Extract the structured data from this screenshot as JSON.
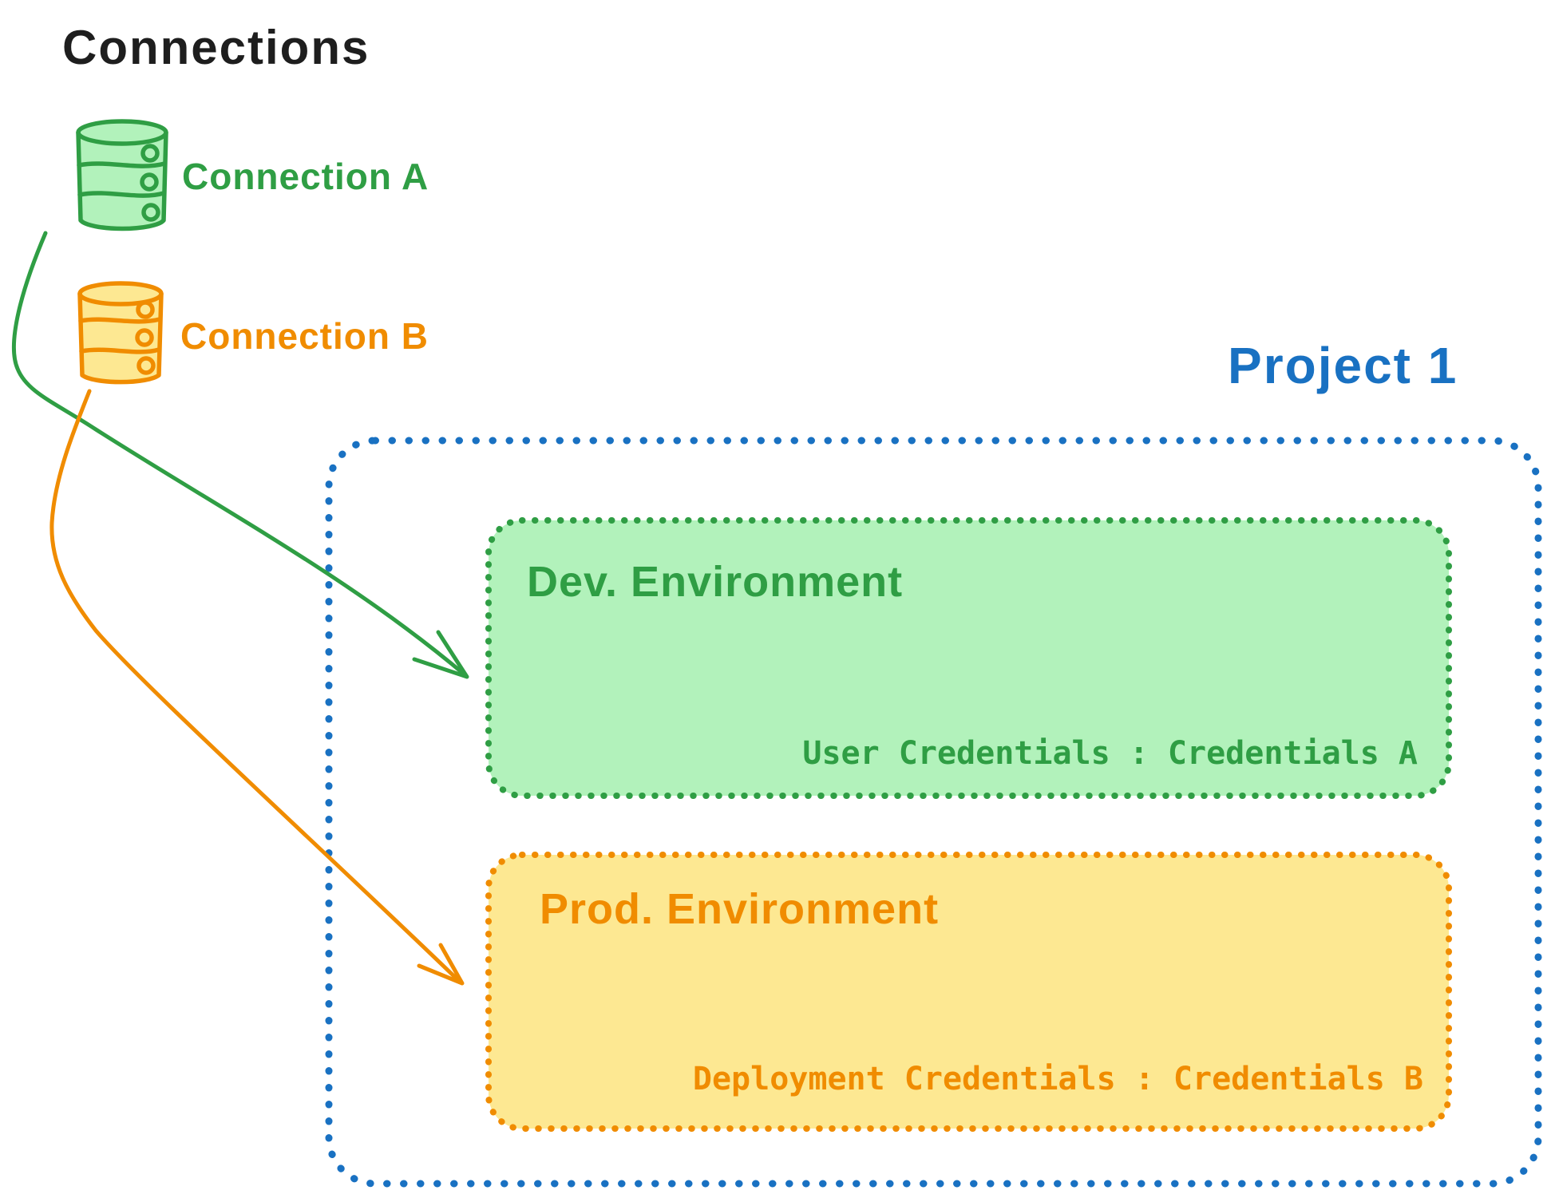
{
  "palette": {
    "background": "#ffffff",
    "black": "#1e1e1e",
    "green": "#2f9e44",
    "green_fill": "#b2f2bb",
    "orange": "#f08c00",
    "orange_fill": "#fde892",
    "blue": "#1971c2"
  },
  "connections": {
    "title": "Connections",
    "items": [
      {
        "label": "Connection A",
        "icon": "database-icon",
        "color": "green"
      },
      {
        "label": "Connection B",
        "icon": "database-icon",
        "color": "orange"
      }
    ]
  },
  "project": {
    "title": "Project 1",
    "environments": [
      {
        "name": "Dev. Environment",
        "credentials": "User Credentials : Credentials A",
        "color": "green"
      },
      {
        "name": "Prod. Environment",
        "credentials": "Deployment Credentials : Credentials B",
        "color": "orange"
      }
    ]
  },
  "arrows": [
    {
      "from": "Connection A",
      "to": "Dev. Environment",
      "color": "green"
    },
    {
      "from": "Connection B",
      "to": "Prod. Environment",
      "color": "orange"
    }
  ]
}
